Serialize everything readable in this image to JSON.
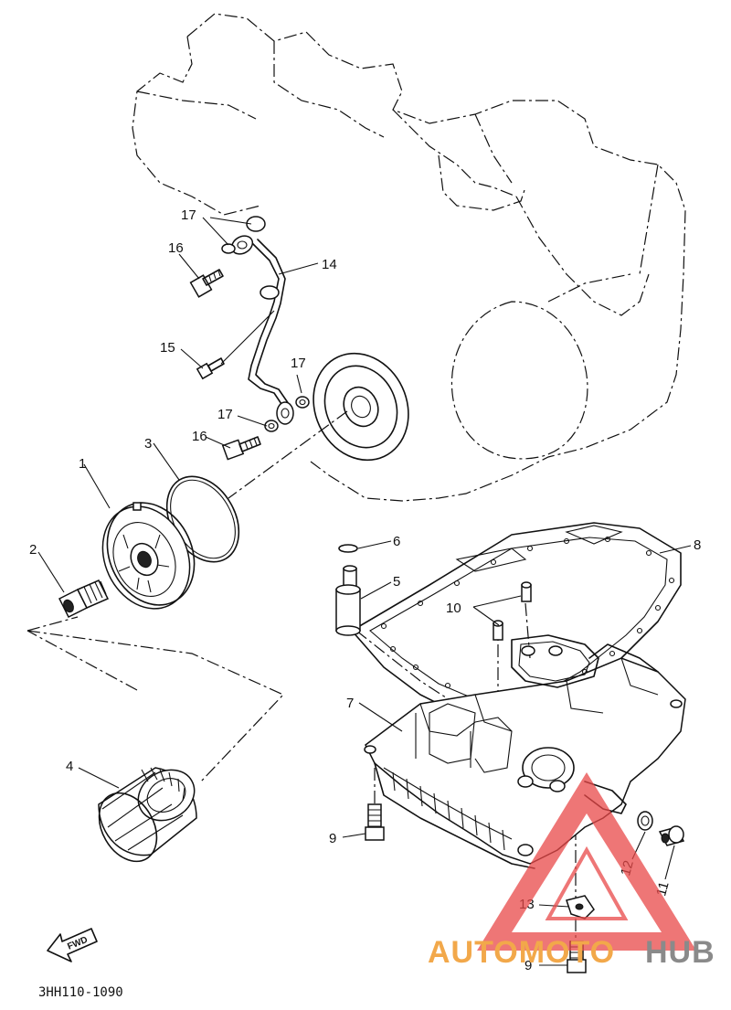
{
  "diagram_code": "3HH110-1090",
  "direction_arrow_label": "FWD",
  "watermark": {
    "part1": "AUTOMOTO",
    "part2": "HUB",
    "color_1": "#f2a84a",
    "color_2": "#8a8a8a",
    "triangle_color": "#e84848"
  },
  "callouts": {
    "c1": "1",
    "c2": "2",
    "c3": "3",
    "c4": "4",
    "c5": "5",
    "c6": "6",
    "c7": "7",
    "c8": "8",
    "c9a": "9",
    "c9b": "9",
    "c10": "10",
    "c11": "11",
    "c12": "12",
    "c13": "13",
    "c14": "14",
    "c15": "15",
    "c16a": "16",
    "c16b": "16",
    "c17a": "17",
    "c17b": "17",
    "c17c": "17"
  }
}
